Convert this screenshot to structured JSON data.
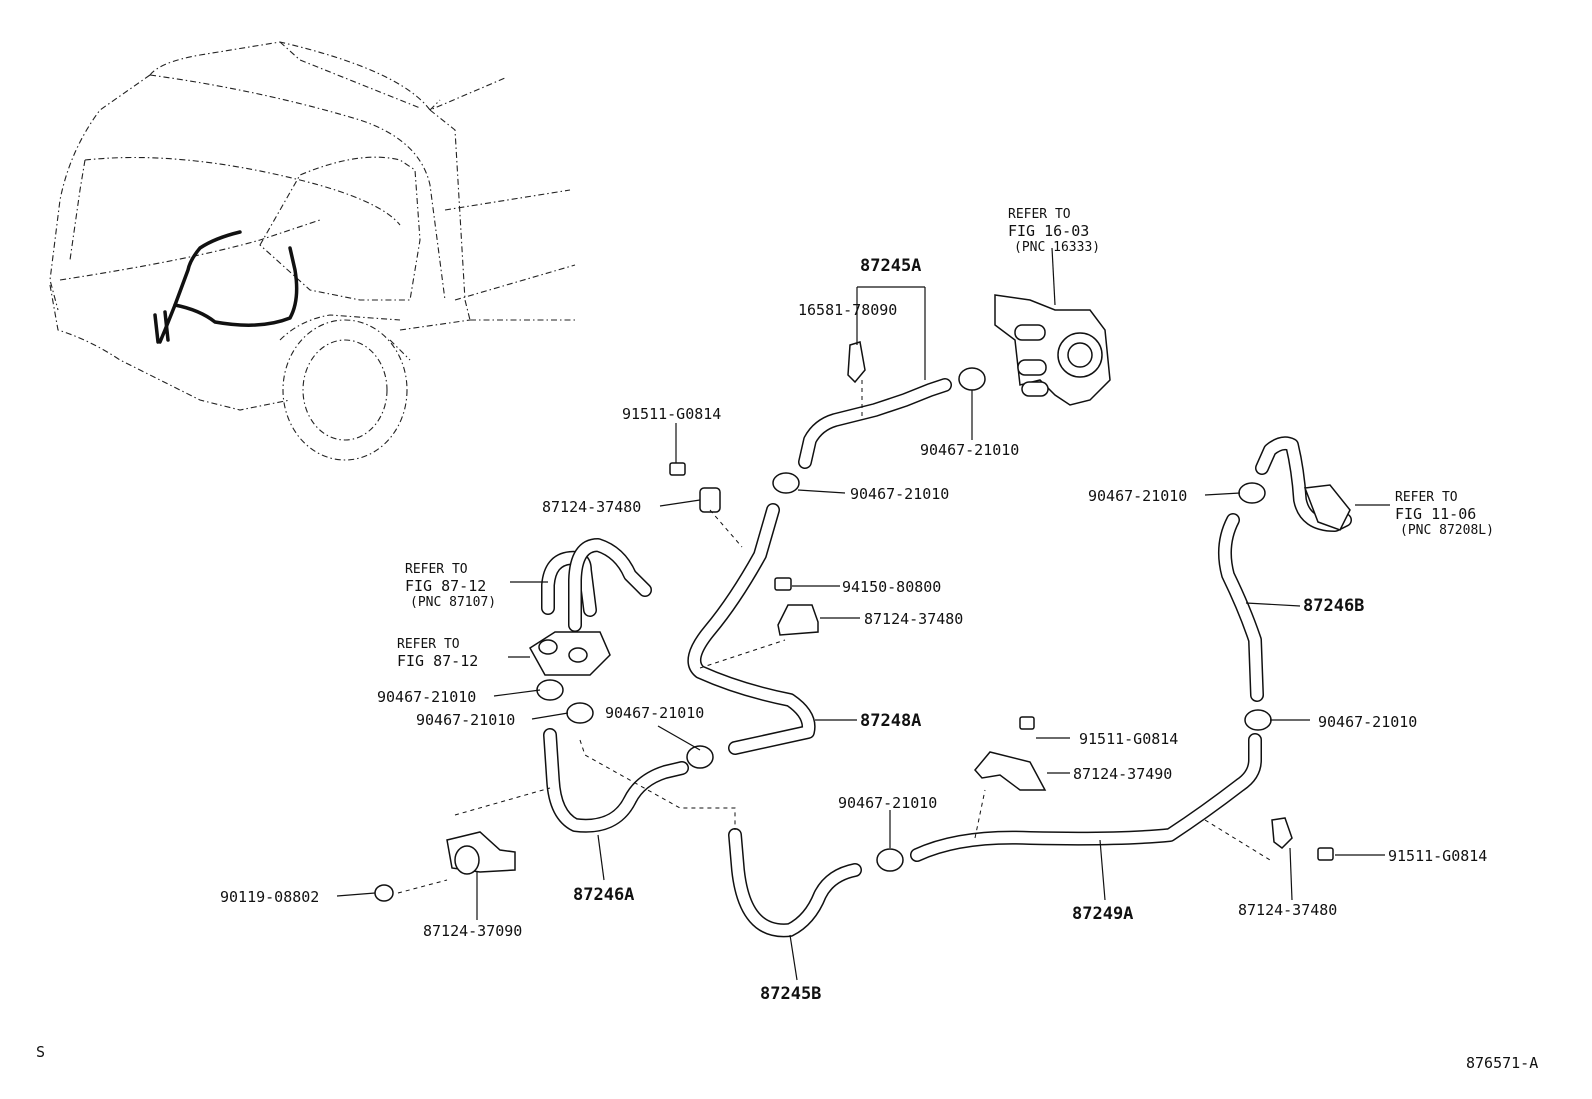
{
  "labels": {
    "hose_87245A": "87245A",
    "clamp_16581": "16581-78090",
    "clamp_90467_top": "90467-21010",
    "clamp_90467_mid": "90467-21010",
    "bolt_91511_left": "91511-G0814",
    "clip_87124_left": "87124-37480",
    "nut_94150": "94150-80800",
    "clip_87124_mid": "87124-37480",
    "clamp_90467_a": "90467-21010",
    "clamp_90467_b": "90467-21010",
    "clamp_90467_c": "90467-21010",
    "hose_87248A": "87248A",
    "bolt_90119": "90119-08802",
    "clip_87124_37090": "87124-37090",
    "hose_87246A": "87246A",
    "hose_87245B": "87245B",
    "clamp_90467_d": "90467-21010",
    "bolt_91511_mid": "91511-G0814",
    "clip_87124_37490": "87124-37490",
    "hose_87249A": "87249A",
    "clamp_90467_right_top": "90467-21010",
    "hose_87246B": "87246B",
    "clamp_90467_right_low": "90467-21010",
    "bolt_91511_right": "91511-G0814",
    "clip_87124_right": "87124-37480"
  },
  "refs": {
    "ref_16_03": {
      "line1": "REFER TO",
      "line2": "FIG 16-03",
      "line3": "(PNC 16333)"
    },
    "ref_11_06": {
      "line1": "REFER TO",
      "line2": "FIG 11-06",
      "line3": "(PNC 87208L)"
    },
    "ref_87_12a": {
      "line1": "REFER TO",
      "line2": "FIG 87-12",
      "line3": "(PNC 87107)"
    },
    "ref_87_12b": {
      "line1": "REFER TO",
      "line2": "FIG 87-12"
    }
  },
  "footer": {
    "left_mark": "S",
    "figure_id": "876571-A"
  }
}
